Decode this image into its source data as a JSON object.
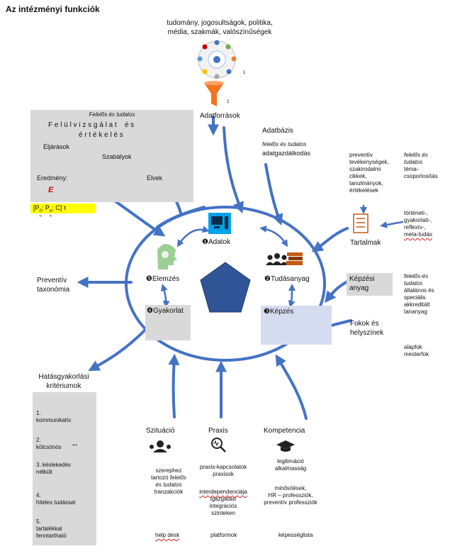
{
  "title": "Az intézményi funkciók",
  "top": {
    "line1": "tudomány, jogosultságok, politika,",
    "line2": "média, szakmák, valószínűségek",
    "note1": "1",
    "note2": "2",
    "sources_label": "Adatforrások"
  },
  "eval_box": {
    "resp": "Felelős és tudatos",
    "title1": "F e l ü l v i z s g á l a t    é s",
    "title2": "é r t é k e l é s",
    "procedures": "Eljárások",
    "rules": "Szabályok",
    "result": "Eredmény:",
    "e": "E",
    "principles": "Elvek",
    "formula_a": "[P",
    "formula_sub1": "0",
    "formula_b": "; P",
    "formula_sub2": "e",
    "formula_c": "; C] τ"
  },
  "database": {
    "label": "Adatbázis",
    "resp": "felelős és tudatos",
    "mgmt": "adatgazdálkodás"
  },
  "contents_area": {
    "list": [
      "preventív",
      "tevékenységek,",
      "szakirodalmi",
      "cikkek,",
      "tanulmányok,",
      "értékelések"
    ],
    "resp1": "felelős és",
    "resp2": "tudatos",
    "topic1": "téma-",
    "topic2": "csoportosítás",
    "know1": "történeti-,",
    "know2": "gyakorlati-,",
    "know3": "reflexív-,",
    "know4": "meta-tudás",
    "label": "Tartalmak"
  },
  "training_material": {
    "label1": "Képzési",
    "label2": "anyag",
    "resp1": "felelős-és",
    "resp2": "tudatos",
    "desc1": "általános és",
    "desc2": "speciális",
    "desc3": "akkreditált",
    "desc4": "tananyag"
  },
  "levels": {
    "label1": "Fokok és",
    "label2": "helyszínek",
    "l1": "alapfok",
    "l2": "mesterfok"
  },
  "cycle": {
    "data": "❶Adatok",
    "knowledge": "❷Tudásanyag",
    "training": "❸Képzés",
    "practice": "❹Gyakorlat",
    "analysis": "❺Elemzés"
  },
  "preventive": {
    "l1": "Preventív",
    "l2": "taxonómia"
  },
  "criteria": {
    "title1": "Hatásgyakorlási",
    "title2": "kritériumok",
    "c1a": "1.",
    "c1b": "kommunikatív",
    "c2a": "2.",
    "c2b": "kölcsönös",
    "c2arrow": "↔",
    "c3a": "3. késlekedés",
    "c3b": "nélküli",
    "c4a": "4.",
    "c4b": "hiteles tudással",
    "c5a": "5.",
    "c5b": "tartalékkal",
    "c5c": "fenntartható"
  },
  "situation": {
    "label": "Szituáció",
    "d1": "szerephez",
    "d2a": "tartozó ",
    "d2b": "felelős",
    "d3": "és tudatos",
    "d4": "tranzakciók",
    "bottom": "help desk"
  },
  "praxis": {
    "label": "Praxis",
    "d1": "praxis-kapcsolatok",
    "d2": "praxisok",
    "d3": "interdependenciája",
    "d4": "igazgatási",
    "d5": "integrációs",
    "d6": "szinteken",
    "bottom": "platformok"
  },
  "competence": {
    "label": "Kompetencia",
    "d1": "legitimáció",
    "d2": "alkalmasság",
    "d3": "minősítések,",
    "d4": "HR – professziók,",
    "d5": "preventív professziók",
    "bottom": "képességlista"
  },
  "colors": {
    "arrow": "#4472c4",
    "pentagon": "#2f5597",
    "box_grey": "#d9d9d9",
    "highlight": "#ffff00",
    "training_box": "#d6dcf0",
    "funnel": "#f4731f",
    "red": "#e00000"
  }
}
